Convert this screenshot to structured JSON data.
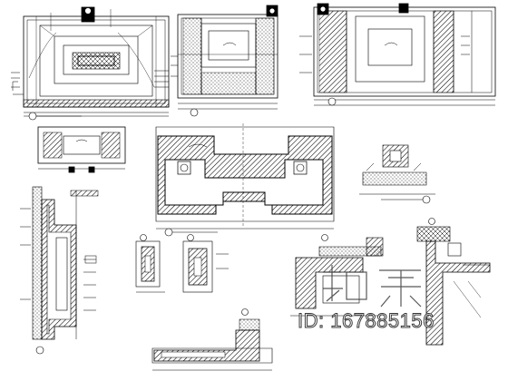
{
  "drawing": {
    "ink_color": "#000000",
    "hatch_color": "#000000",
    "background": "#ffffff",
    "description_panels": [
      "elevation-a",
      "elevation-b",
      "elevation-c",
      "detail-fireplace",
      "plan-section-main",
      "detail-small-right",
      "section-left",
      "detail-mid-1",
      "detail-mid-2",
      "detail-right-1",
      "detail-right-2",
      "base-section"
    ]
  },
  "watermark": {
    "logo_text": "知末",
    "id_text": "ID: 167885156"
  }
}
